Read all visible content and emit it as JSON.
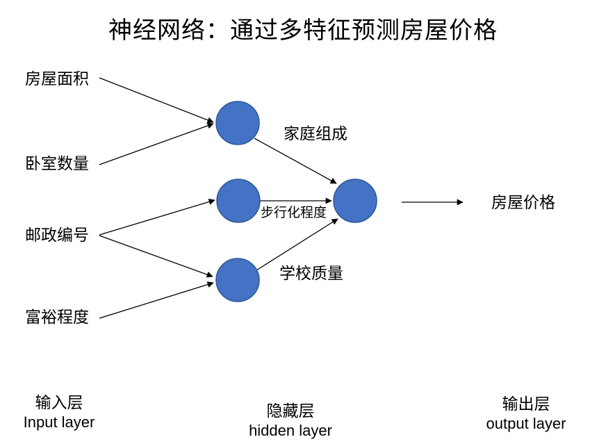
{
  "title": "神经网络：通过多特征预测房屋价格",
  "colors": {
    "node_fill": "#4472C4",
    "node_border": "#2F5597",
    "edge": "#000000",
    "text": "#000000"
  },
  "input_layer": {
    "labels": [
      "房屋面积",
      "卧室数量",
      "邮政编号",
      "富裕程度"
    ]
  },
  "hidden_layer": {
    "node_labels": [
      "家庭组成",
      "步行化程度",
      "学校质量"
    ]
  },
  "output_layer": {
    "result_label": "房屋价格"
  },
  "layer_captions": {
    "input": {
      "zh": "输入层",
      "en": "Input layer"
    },
    "hidden": {
      "zh": "隐藏层",
      "en": "hidden layer"
    },
    "output": {
      "zh": "输出层",
      "en": "output layer"
    }
  }
}
